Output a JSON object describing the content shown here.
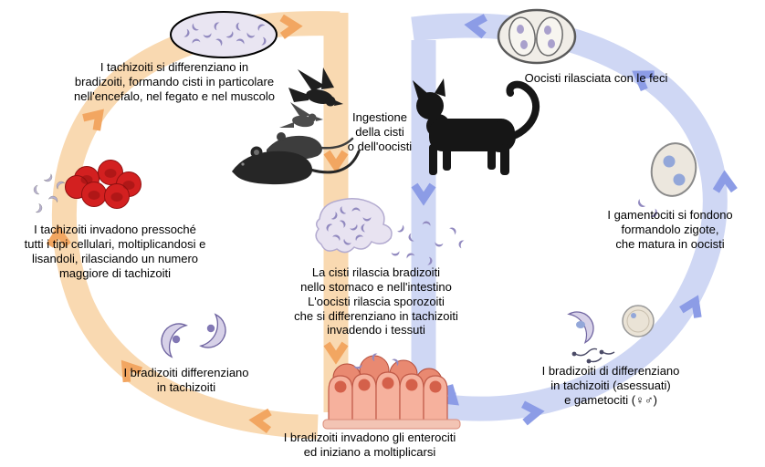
{
  "colors": {
    "background": "#FFFFFF",
    "intermediate_host_band": "#F9D9B1",
    "intermediate_host_arrow": "#F2A661",
    "definitive_host_band": "#CFD7F4",
    "definitive_host_arrow": "#8C9CE6",
    "parasite_purple": "#9189BF",
    "blood_cell_red": "#D32020",
    "enterocyte_salmon": "#F6B19D"
  },
  "figures": {
    "cyst": "tissue-cyst",
    "oocyst_feces": "oocyst-with-sporocysts",
    "birds": "birds-silhouette",
    "mice": "mice-silhouette",
    "cat": "cat-silhouette",
    "blood_cells": "red-blood-cells",
    "ruptured_cyst": "ruptured-cyst-releasing-bradyzoites",
    "oocyst_zygote": "maturing-oocyst",
    "gametocytes": "gametocytes",
    "enterocytes": "intestinal-enterocytes"
  },
  "labels": {
    "cyst_formation": [
      "I tachizoiti si differenziano in",
      "bradizoiti, formando cisti in particolare",
      "nell'encefalo, nel fegato e nel muscolo"
    ],
    "oocyst_feces": [
      "Oocisti rilasciata con le feci"
    ],
    "ingestion": [
      "Ingestione",
      "della cisti",
      "o dell'oocisti"
    ],
    "gametocytes_fuse": [
      "I gamentociti si fondono",
      "formandolo zigote,",
      "che matura in oocisti"
    ],
    "tachyzoites_invade": [
      "I tachizoiti invadono pressoché",
      "tutti i tipi cellulari, moltiplicandosi e",
      "lisandoli, rilasciando un numero",
      "maggiore di tachizoiti"
    ],
    "cyst_release": [
      "La cisti rilascia bradizoiti",
      "nello stomaco e nell'intestino",
      "L'oocisti rilascia sporozoiti",
      "che si differenziano in tachizoiti",
      "invadendo i tessuti"
    ],
    "bradyzoites_differentiate": [
      "I bradizoiti differenziano",
      "in tachizoiti"
    ],
    "bradyzoites_gametocytes": [
      "I bradizoiti di differenziano",
      "in tachizoiti (asessuati)",
      "e gametociti (♀♂)"
    ],
    "enterocytes_invasion": [
      "I bradizoiti invadono gli enterociti",
      "ed iniziano a moltiplicarsi"
    ]
  }
}
